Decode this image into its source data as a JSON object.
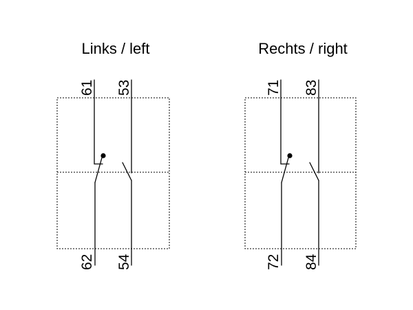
{
  "blocks": [
    {
      "title": "Links / left",
      "terminals": {
        "nc_top": "61",
        "nc_bottom": "62",
        "no_top": "53",
        "no_bottom": "54"
      }
    },
    {
      "title": "Rechts / right",
      "terminals": {
        "nc_top": "71",
        "nc_bottom": "72",
        "no_top": "83",
        "no_bottom": "84"
      }
    }
  ],
  "colors": {
    "line": "#000000",
    "background": "#ffffff"
  }
}
